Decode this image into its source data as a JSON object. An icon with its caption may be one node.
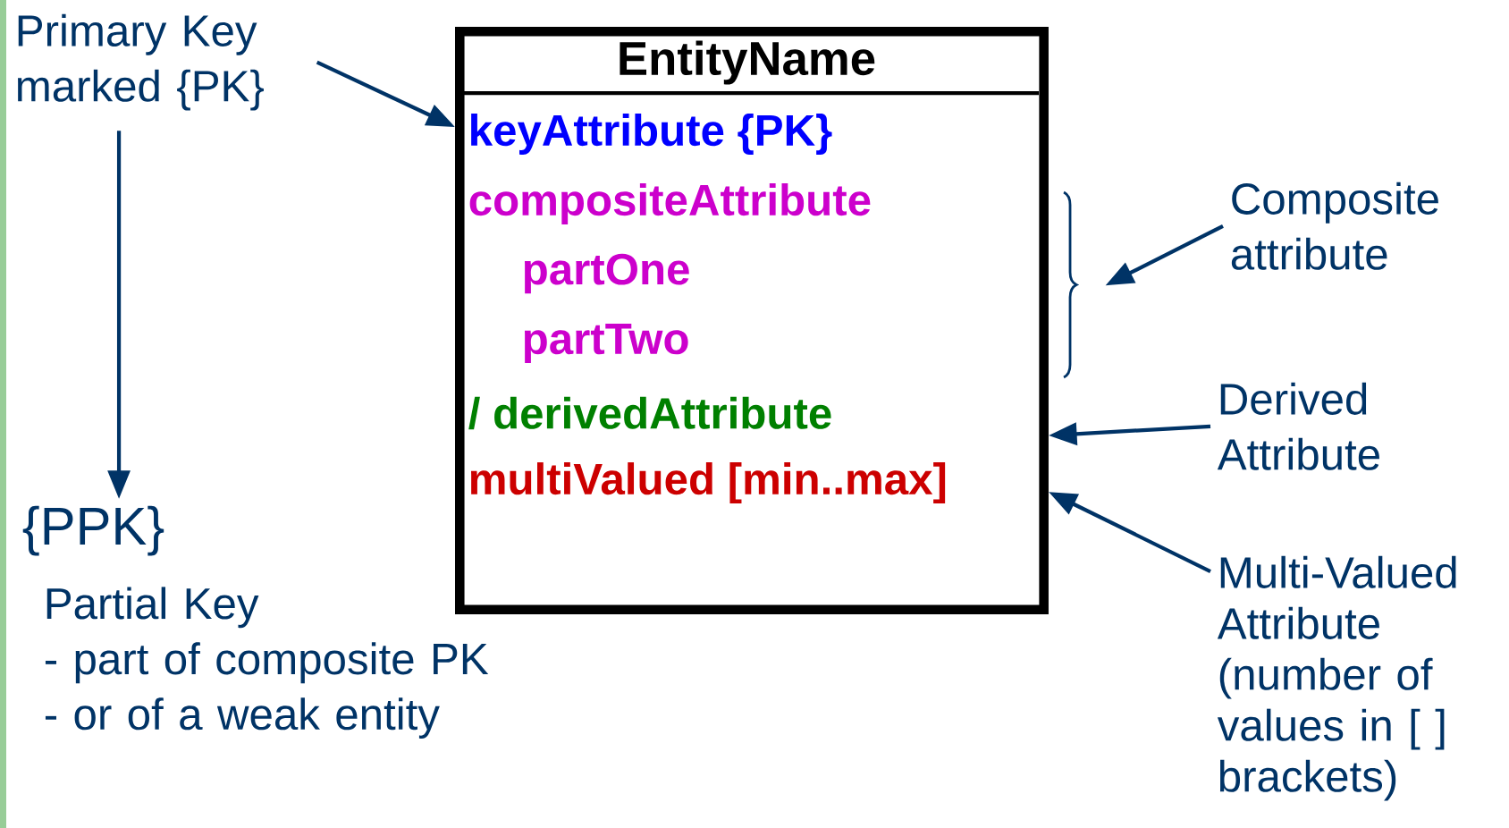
{
  "diagram": {
    "nodes": [
      {
        "text": [
          "Primary Key marked {PK}"
        ]
      },
      {
        "text": [
          "EntityName",
          "keyAttribute {PK}",
          "compositeAttribute",
          "partOne",
          "partTwo",
          "/ derivedAttribute",
          "multiValued [min..max]"
        ]
      },
      {
        "text": [],
        "shape": "brace"
      },
      {
        "text": [
          "Composite attribute"
        ]
      },
      {
        "text": [
          "Derived Attribute"
        ]
      },
      {
        "text": [
          "Multi-Valued Attribute",
          "(number of values in [ ] brackets)"
        ]
      },
      {
        "text": [
          "{PPK}",
          "Partial Key",
          "- part of composite PK",
          "- or of a weak entity"
        ]
      }
    ],
    "edges": [
      {
        "from": 0,
        "to": 1,
        "arrow": "to"
      },
      {
        "from": 0,
        "to": 6,
        "arrow": "to"
      },
      {
        "from": 3,
        "to": 2,
        "arrow": "to"
      },
      {
        "from": 4,
        "to": 1,
        "arrow": "to"
      },
      {
        "from": 5,
        "to": 1,
        "arrow": "to"
      }
    ]
  }
}
